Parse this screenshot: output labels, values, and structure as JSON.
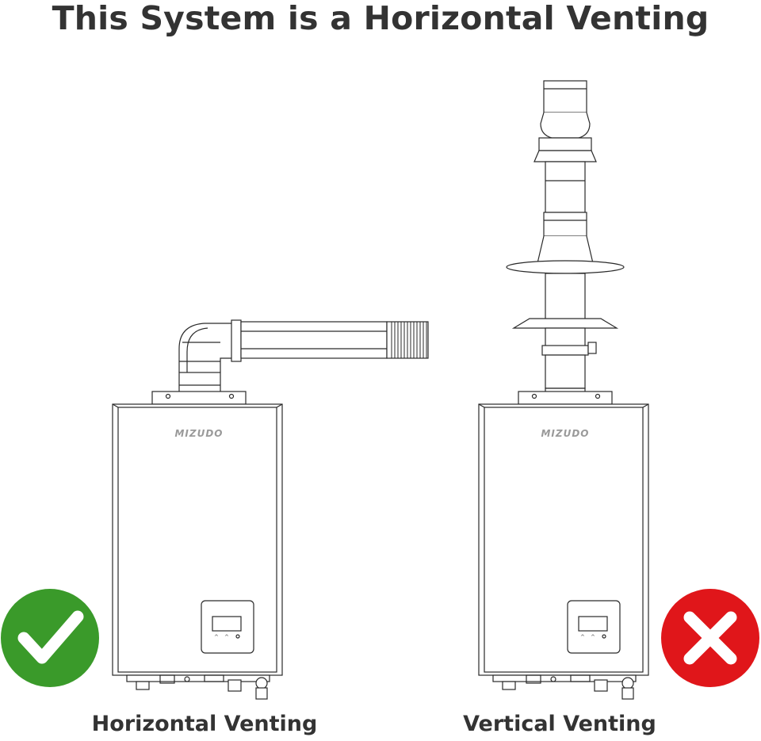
{
  "title": "This System is a Horizontal Venting",
  "brand": "MIZUDO",
  "captions": {
    "left": "Horizontal Venting",
    "right": "Vertical Venting"
  },
  "badges": {
    "check": {
      "icon": "check-icon",
      "color": "#3a9a2a"
    },
    "cross": {
      "icon": "x-icon",
      "color": "#e0161a"
    }
  },
  "colors": {
    "title_text": "#333333",
    "line_art": "#2a2a2a"
  }
}
